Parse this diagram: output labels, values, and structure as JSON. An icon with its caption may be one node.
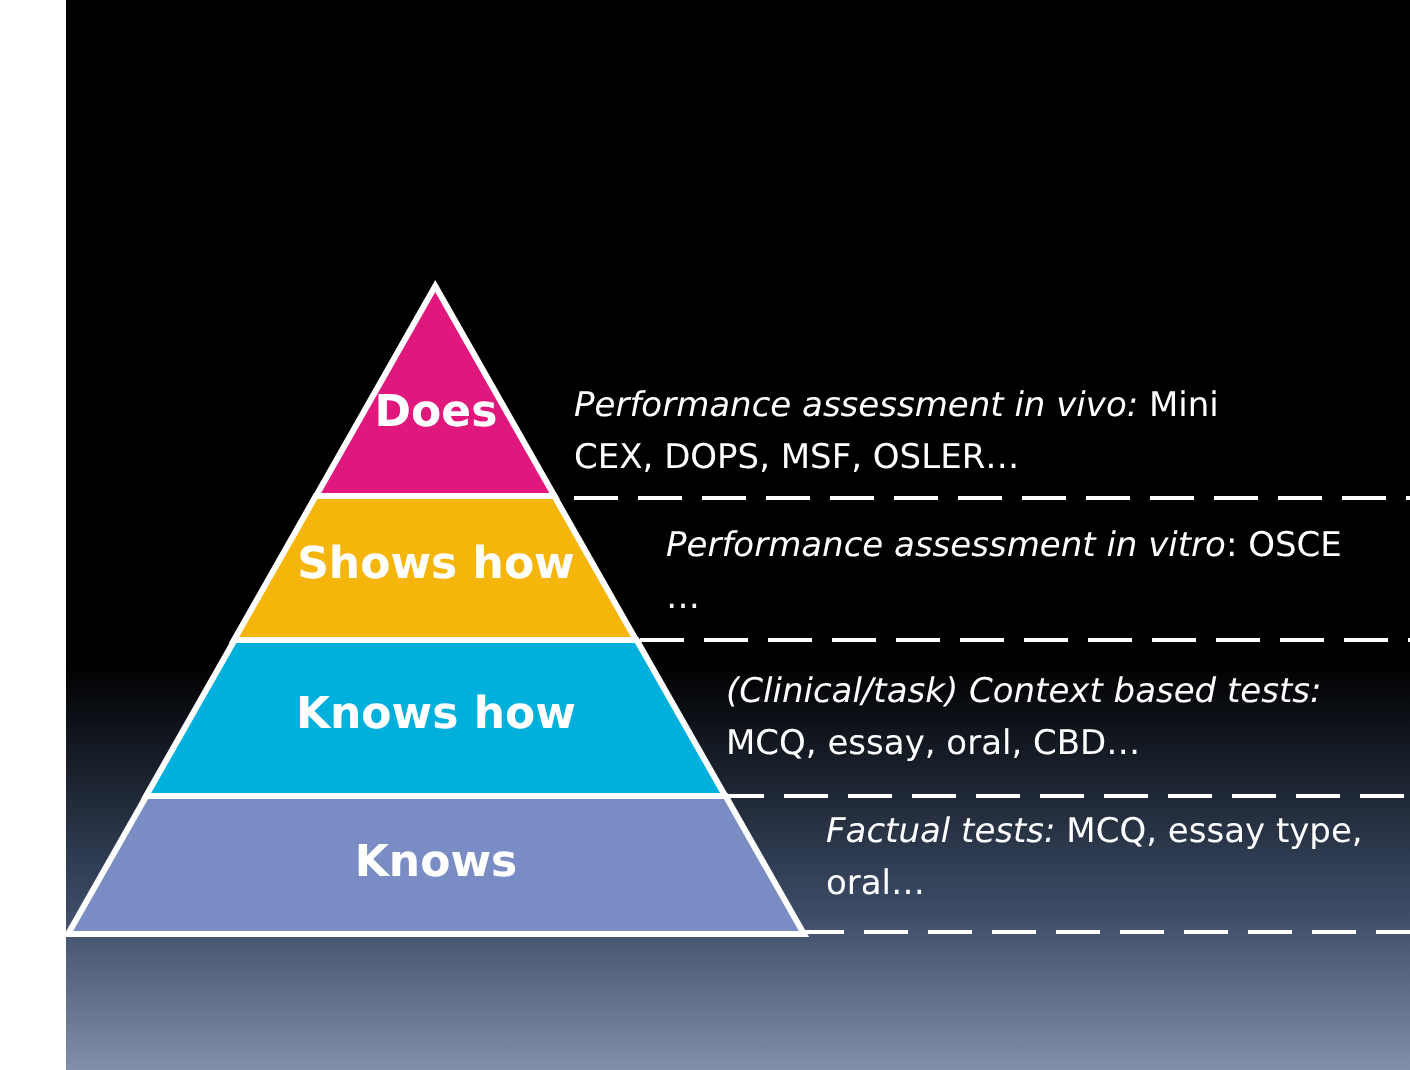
{
  "diagram": {
    "nodes": [
      {
        "text": [
          "Does"
        ],
        "beside": [
          "*Performance assessment in vivo:* Mini CEX, DOPS, MSF, OSLER…"
        ]
      },
      {
        "text": [
          "Shows how"
        ],
        "beside": [
          "*Performance assessment in vitro*: OSCE …"
        ]
      },
      {
        "text": [
          "Knows how"
        ],
        "beside": [
          "*(Clinical/task) Context based tests:* MCQ, essay, oral, CBD…"
        ]
      },
      {
        "text": [
          "Knows"
        ],
        "beside": [
          "*Factual tests:* MCQ, essay type, oral…"
        ]
      }
    ],
    "edges": []
  }
}
